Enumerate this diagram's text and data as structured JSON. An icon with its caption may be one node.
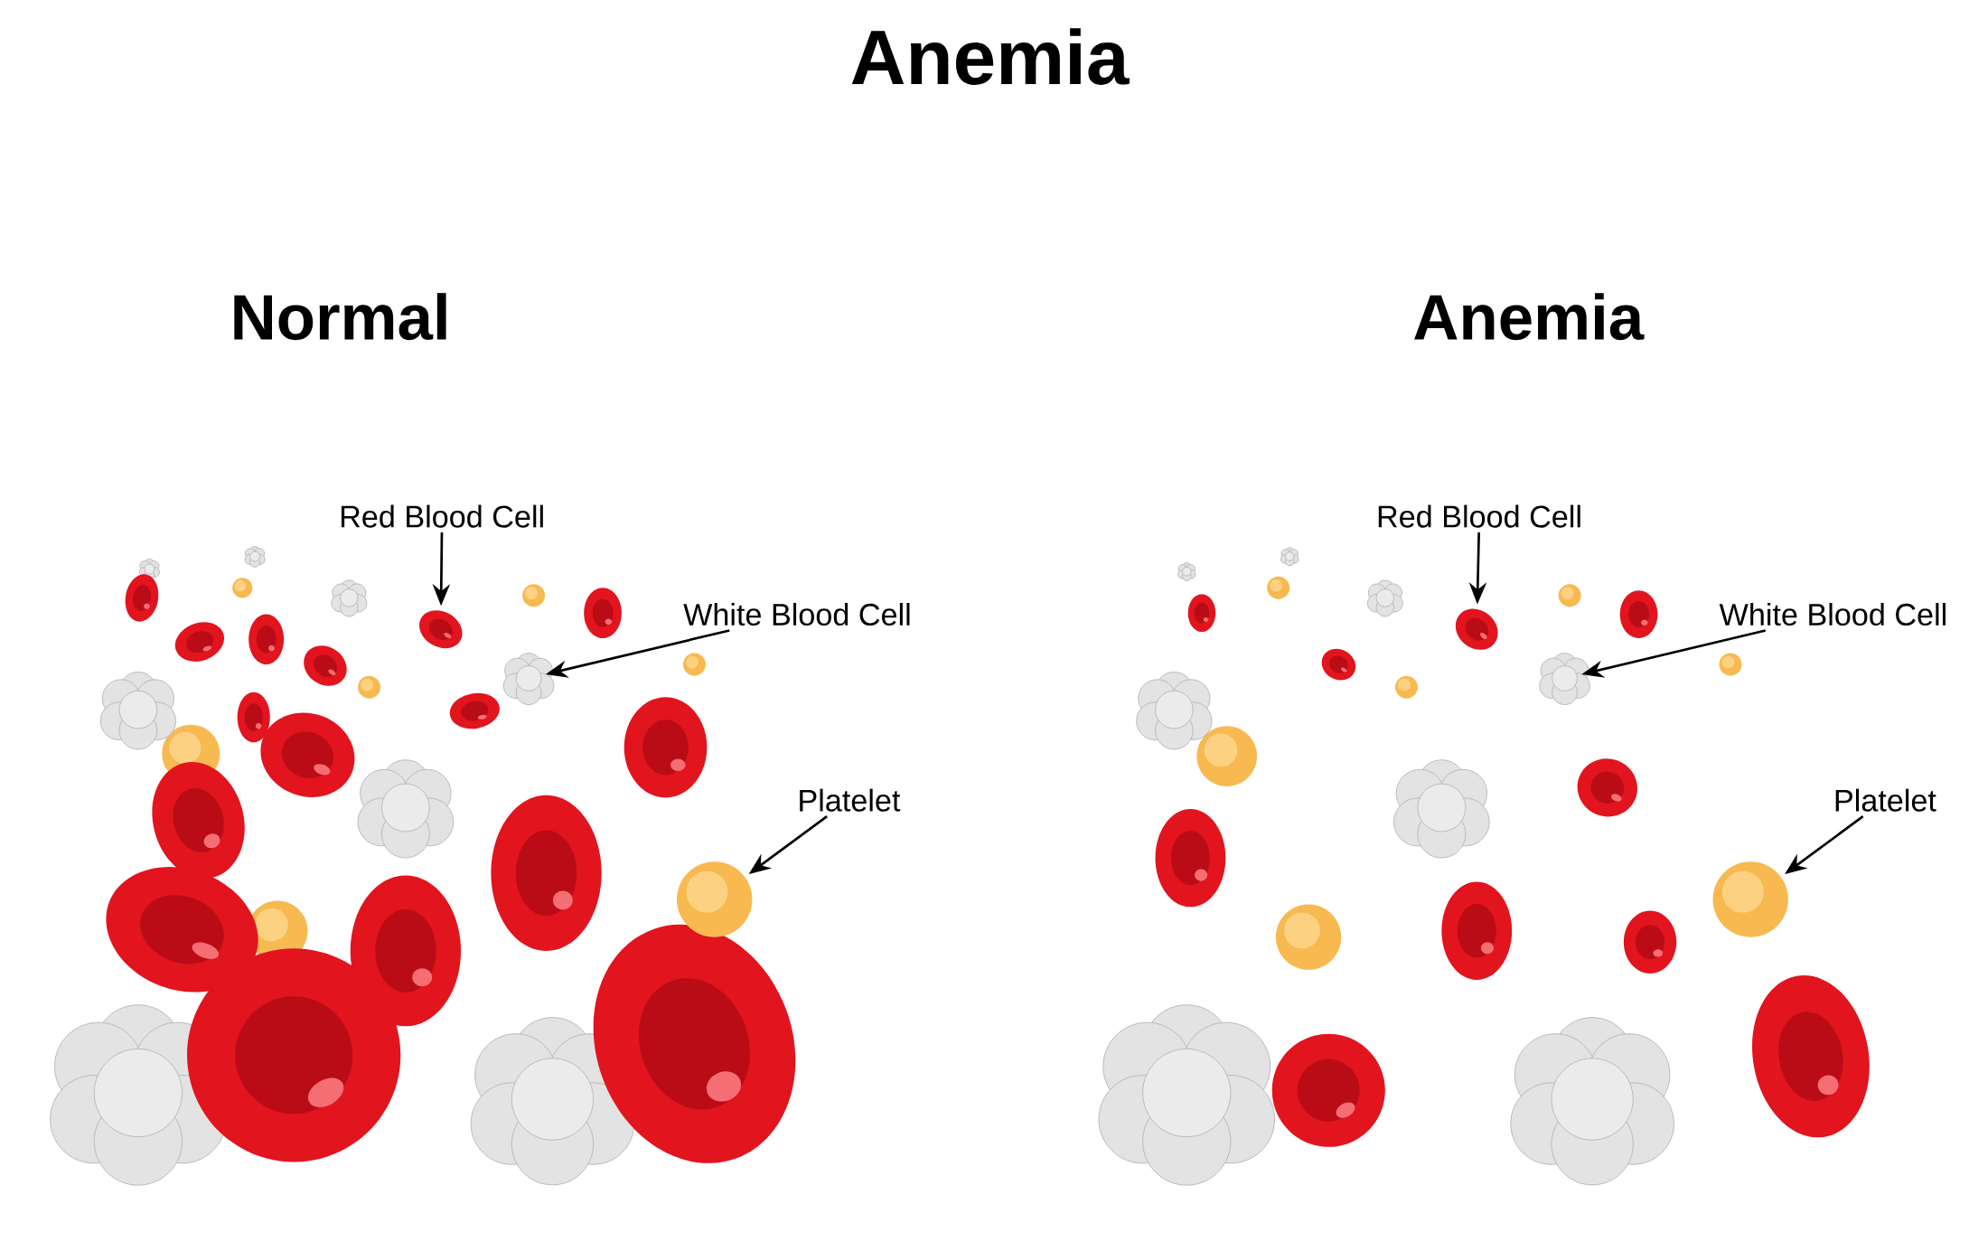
{
  "diagram": {
    "title": "Anemia",
    "nodes": [
      {
        "text": [
          "Red Blood Cell"
        ]
      },
      {
        "text": [],
        "shape": "ellipse"
      },
      {
        "text": [
          "White Blood Cell"
        ]
      },
      {
        "text": [],
        "shape": "cluster"
      },
      {
        "text": [
          "Platelet"
        ]
      },
      {
        "text": [],
        "shape": "circle"
      },
      {
        "text": [
          "Red Blood Cell"
        ]
      },
      {
        "text": [],
        "shape": "ellipse"
      },
      {
        "text": [
          "White Blood Cell"
        ]
      },
      {
        "text": [],
        "shape": "cluster"
      },
      {
        "text": [
          "Platelet"
        ]
      },
      {
        "text": [],
        "shape": "circle"
      }
    ],
    "edges": [
      {
        "from": 0,
        "to": 1,
        "arrow": "to"
      },
      {
        "from": 2,
        "to": 3,
        "arrow": "to"
      },
      {
        "from": 4,
        "to": 5,
        "arrow": "to"
      },
      {
        "from": 6,
        "to": 7,
        "arrow": "to"
      },
      {
        "from": 8,
        "to": 9,
        "arrow": "to"
      },
      {
        "from": 10,
        "to": 11,
        "arrow": "to"
      }
    ],
    "labels": [
      "Normal",
      "Anemia"
    ]
  }
}
